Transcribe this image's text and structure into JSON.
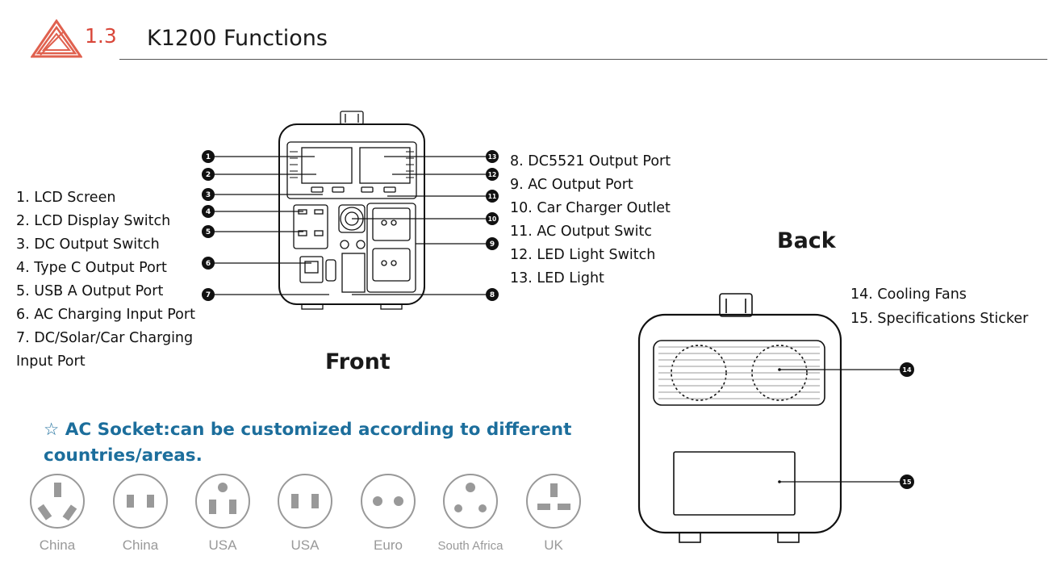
{
  "header": {
    "section_number": "1.3",
    "title": "K1200 Functions"
  },
  "front": {
    "label": "Front",
    "features_left": [
      "1. LCD Screen",
      "2. LCD Display Switch",
      "3. DC Output Switch",
      "4. Type C Output Port",
      "5. USB A Output Port",
      "6. AC Charging Input Port",
      "7. DC/Solar/Car Charging",
      "Input Port"
    ],
    "features_right": [
      "8. DC5521 Output Port",
      "9. AC Output Port",
      "10. Car Charger Outlet",
      "11. AC Output Switc",
      "12. LED Light Switch",
      "13. LED Light"
    ],
    "callouts": [
      "1",
      "2",
      "3",
      "4",
      "5",
      "6",
      "7",
      "8",
      "9",
      "10",
      "11",
      "12",
      "13"
    ]
  },
  "back": {
    "label": "Back",
    "features": [
      "14. Cooling Fans",
      "15. Specifications Sticker"
    ],
    "callouts": [
      "14",
      "15"
    ]
  },
  "sockets": {
    "note": "☆ AC Socket:can be customized according to different countries/areas.",
    "items": [
      {
        "country": "China",
        "icon": "china-3pin-socket-icon"
      },
      {
        "country": "China",
        "icon": "china-2pin-socket-icon"
      },
      {
        "country": "USA",
        "icon": "usa-3pin-socket-icon"
      },
      {
        "country": "USA",
        "icon": "usa-2pin-socket-icon"
      },
      {
        "country": "Euro",
        "icon": "euro-socket-icon"
      },
      {
        "country": "South Africa",
        "icon": "south-africa-socket-icon"
      },
      {
        "country": "UK",
        "icon": "uk-socket-icon"
      }
    ]
  },
  "colors": {
    "accent_red": "#d9473a",
    "note_blue": "#1c6e9c",
    "caption_gray": "#999999"
  }
}
